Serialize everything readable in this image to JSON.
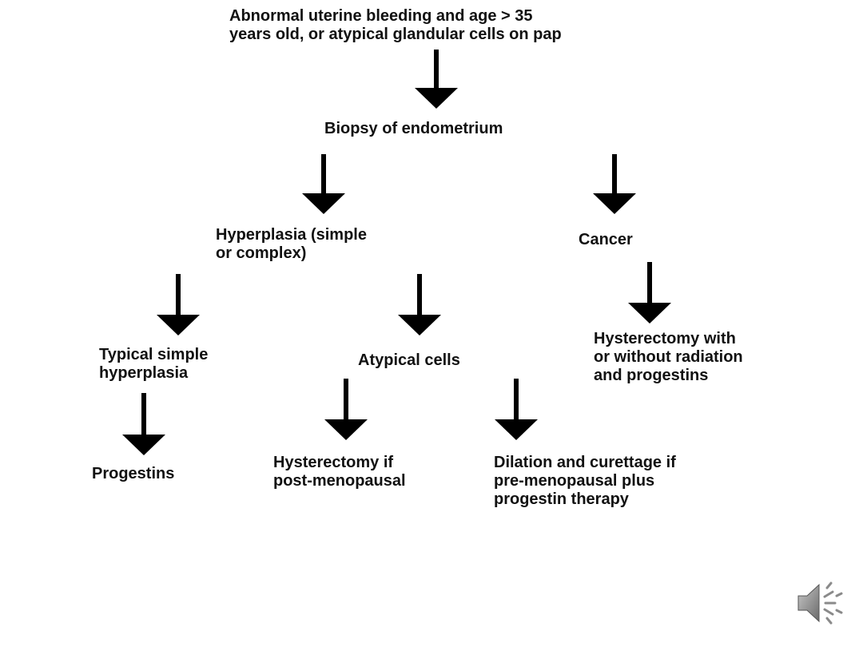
{
  "flowchart": {
    "root": {
      "lines": [
        "Abnormal uterine bleeding and age > 35",
        "years old, or atypical glandular cells on pap"
      ]
    },
    "biopsy": {
      "lines": [
        "Biopsy of endometrium"
      ]
    },
    "hyperplasia": {
      "lines": [
        "Hyperplasia (simple",
        "or complex)"
      ]
    },
    "cancer": {
      "lines": [
        "Cancer"
      ]
    },
    "cancer_treatment": {
      "lines": [
        "Hysterectomy with",
        "or without radiation",
        "and progestins"
      ]
    },
    "typical_simple": {
      "lines": [
        "Typical simple",
        "hyperplasia"
      ]
    },
    "atypical_cells": {
      "lines": [
        "Atypical cells"
      ]
    },
    "progestins": {
      "lines": [
        "Progestins"
      ]
    },
    "hysterectomy_post": {
      "lines": [
        "Hysterectomy if",
        "post-menopausal"
      ]
    },
    "dilation_curettage": {
      "lines": [
        "Dilation and curettage if",
        "pre-menopausal plus",
        "progestin therapy"
      ]
    }
  },
  "icons": {
    "audio": "speaker-icon"
  }
}
